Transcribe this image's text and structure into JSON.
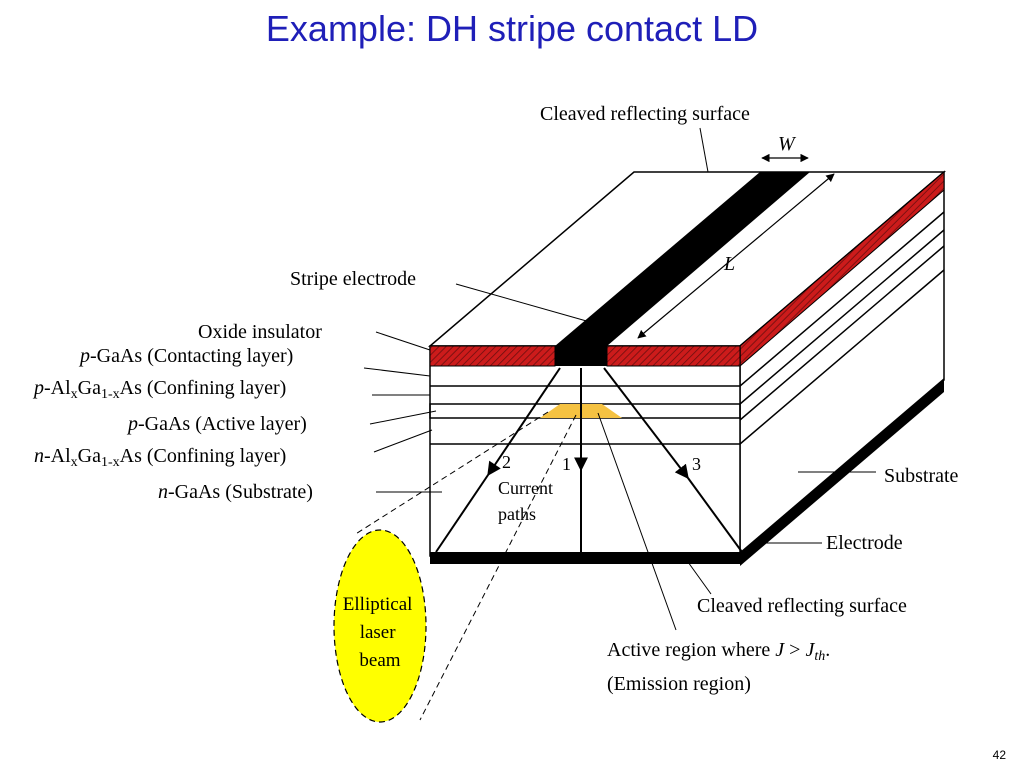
{
  "slide": {
    "title": "Example: DH stripe contact LD",
    "page_number": "42"
  },
  "colors": {
    "title": "#1f1fb8",
    "oxide": "#cc1b1b",
    "active_region": "#f5c242",
    "beam": "#ffff00"
  },
  "labels": {
    "cleaved_top": "Cleaved reflecting surface",
    "w": "W",
    "l": "L",
    "stripe_electrode": "Stripe electrode",
    "oxide_insulator": "Oxide insulator",
    "p_gaas_prefix": "p",
    "p_gaas_rest": "-GaAs (Contacting layer)",
    "p_algaas_prefix": "p",
    "p_algaas_al": "-Al",
    "p_algaas_x": "x",
    "p_algaas_ga": "Ga",
    "p_algaas_1x": "1-x",
    "p_algaas_rest": "As (Confining layer)",
    "p_active_prefix": "p",
    "p_active_rest": "-GaAs (Active layer)",
    "n_algaas_prefix": "n",
    "n_algaas_al": "-Al",
    "n_algaas_x": "x",
    "n_algaas_ga": "Ga",
    "n_algaas_1x": "1-x",
    "n_algaas_rest": "As (Confining layer)",
    "n_gaas_prefix": "n",
    "n_gaas_rest": "-GaAs (Substrate)",
    "path_1": "1",
    "path_2": "2",
    "path_3": "3",
    "current_line1": "Current",
    "current_line2": "paths",
    "substrate": "Substrate",
    "electrode": "Electrode",
    "cleaved_bottom": "Cleaved reflecting surface",
    "active_region_text": "Active region where ",
    "j": "J",
    "gt": " > ",
    "jth_j": "J",
    "jth_sub": "th",
    "period": ".",
    "emission": "(Emission region)",
    "beam_line1": "Elliptical",
    "beam_line2": "laser",
    "beam_line3": "beam"
  }
}
